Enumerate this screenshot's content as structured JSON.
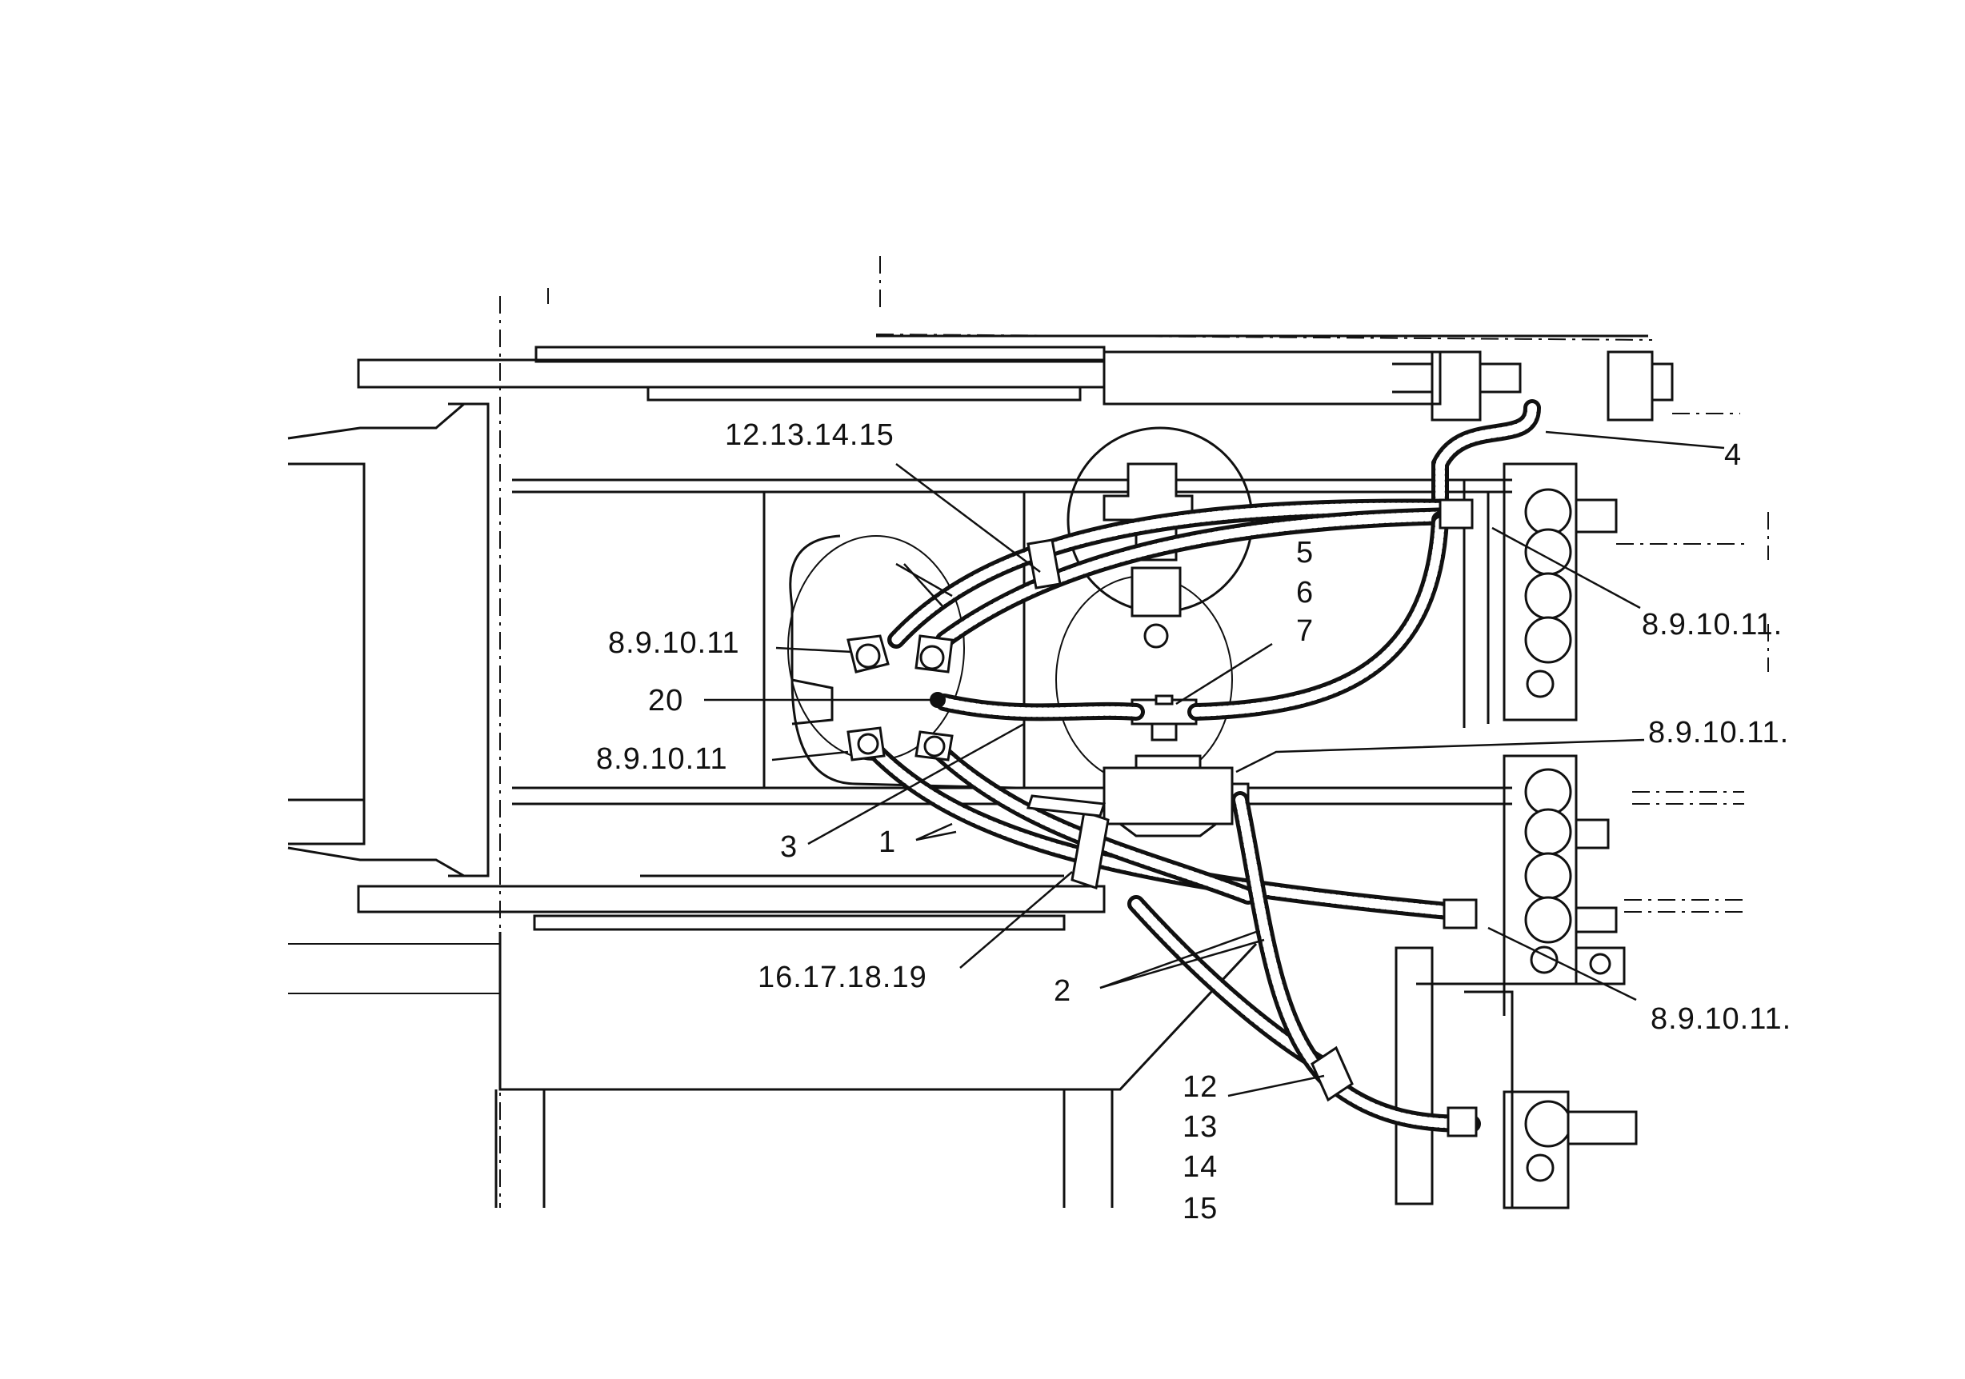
{
  "figure": {
    "callouts": [
      {
        "id": "c-12-13-14-15-top",
        "text": "12.13.14.15"
      },
      {
        "id": "c-4",
        "text": "4"
      },
      {
        "id": "c-5",
        "text": "5"
      },
      {
        "id": "c-6",
        "text": "6"
      },
      {
        "id": "c-7",
        "text": "7"
      },
      {
        "id": "c-8-9-10-11-left-upper",
        "text": "8.9.10.11"
      },
      {
        "id": "c-8-9-10-11-right-upper",
        "text": "8.9.10.11."
      },
      {
        "id": "c-20",
        "text": "20"
      },
      {
        "id": "c-8-9-10-11-left-lower",
        "text": "8.9.10.11"
      },
      {
        "id": "c-8-9-10-11-right-middle",
        "text": "8.9.10.11."
      },
      {
        "id": "c-3",
        "text": "3"
      },
      {
        "id": "c-1",
        "text": "1"
      },
      {
        "id": "c-16-17-18-19",
        "text": "16.17.18.19"
      },
      {
        "id": "c-2",
        "text": "2"
      },
      {
        "id": "c-8-9-10-11-right-lower",
        "text": "8.9.10.11."
      },
      {
        "id": "c-12",
        "text": "12"
      },
      {
        "id": "c-13",
        "text": "13"
      },
      {
        "id": "c-14",
        "text": "14"
      },
      {
        "id": "c-15",
        "text": "15"
      }
    ]
  }
}
